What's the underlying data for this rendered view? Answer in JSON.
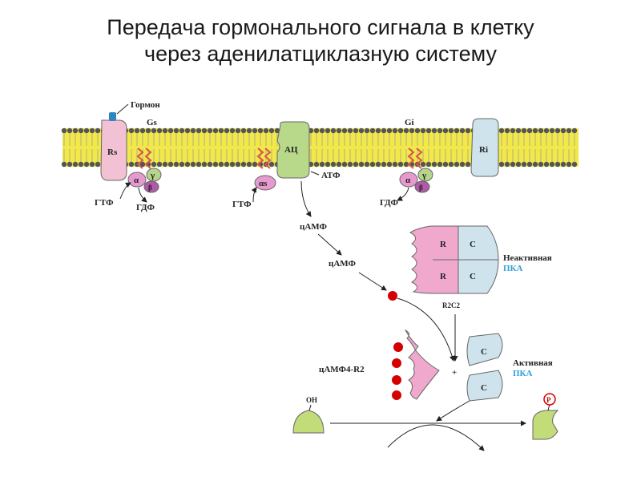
{
  "title": {
    "line1": "Передача гормонального сигнала в клетку",
    "line2": "через аденилатциклазную  систему"
  },
  "labels": {
    "hormone": "Гормон",
    "gs": "Gs",
    "gi": "Gi",
    "rs": "Rs",
    "ri": "Ri",
    "ac": "АЦ",
    "alpha": "α",
    "beta": "β",
    "gamma": "γ",
    "alpha_s": "αs",
    "atp": "АТФ",
    "gtp_left": "ГТФ",
    "gdp_left": "ГДФ",
    "gtp_mid": "ГТФ",
    "gdp_right": "ГДФ",
    "camp_1": "цАМФ",
    "camp_2": "цАМФ",
    "r": "R",
    "c": "C",
    "r2c2": "R2C2",
    "inactive": "Неактивная",
    "pka": "ПКА",
    "active": "Активная",
    "camp4_r2": "цАМФ4-R2",
    "plus": "+",
    "oh": "OH",
    "p": "P"
  },
  "colors": {
    "membrane_yellow": "#f2e84a",
    "receptor_rs": "#f2c2d4",
    "receptor_ri": "#cfe3ec",
    "adenylate_cyclase": "#b8d98a",
    "g_alpha": "#e79ad0",
    "g_beta": "#b05aa8",
    "g_gamma": "#b6d48c",
    "hormone": "#2e86c1",
    "camp_dot": "#d40000",
    "pka_r": "#f0a9cd",
    "pka_c": "#cfe3ec",
    "substrate": "#c2dc7a",
    "pka_text_blue": "#2e9fd8"
  }
}
